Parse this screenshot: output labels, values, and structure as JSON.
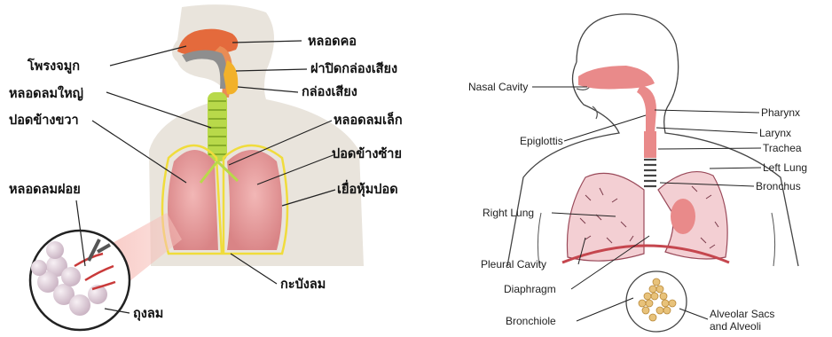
{
  "left_diagram": {
    "labels": {
      "nasal_cavity": "โพรงจมูก",
      "pharynx": "หลอดคอ",
      "epiglottis": "ฝาปิดกล่องเสียง",
      "larynx": "กล่องเสียง",
      "trachea": "หลอดลมใหญ่",
      "bronchus": "หลอดลมเล็ก",
      "right_lung": "ปอดข้างขวา",
      "left_lung": "ปอดข้างซ้าย",
      "pleura": "เยื่อหุ้มปอด",
      "bronchiole": "หลอดลมฝอย",
      "diaphragm": "กะบังลม",
      "alveoli": "ถุงลม"
    }
  },
  "right_diagram": {
    "labels": {
      "nasal_cavity": "Nasal Cavity",
      "pharynx": "Pharynx",
      "larynx": "Larynx",
      "epiglottis": "Epiglottis",
      "trachea": "Trachea",
      "left_lung": "Left Lung",
      "bronchus": "Bronchus",
      "right_lung": "Right Lung",
      "pleural_cavity": "Pleural Cavity",
      "diaphragm": "Diaphragm",
      "bronchiole": "Bronchiole",
      "alveolar_line1": "Alveolar Sacs",
      "alveolar_line2": "and Alveoli"
    }
  },
  "colors": {
    "body_silhouette": "#e9e4dc",
    "nasal": "#e46a3c",
    "larynx_yellow": "#f2b12a",
    "trachea_green": "#b8d94a",
    "lung_pink": "#e9a0a2",
    "pleura_yellow": "#f0dc3c",
    "outline_right_pink": "#e98a8a"
  }
}
